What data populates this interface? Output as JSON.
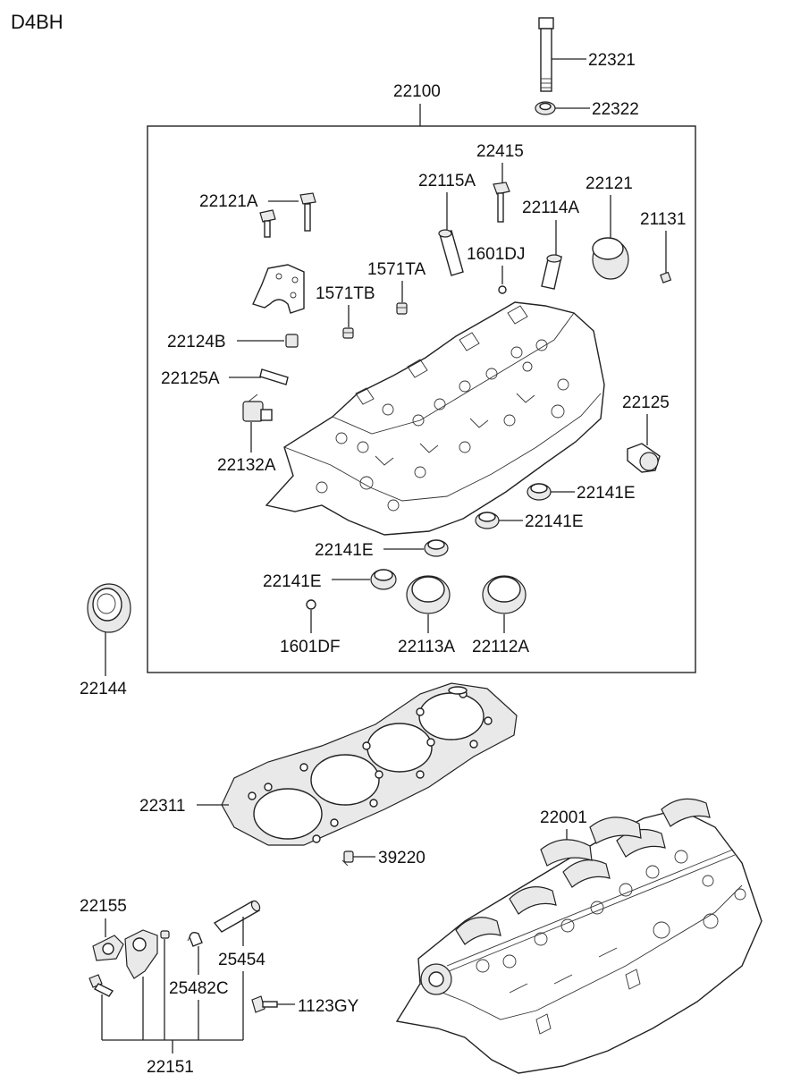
{
  "diagram": {
    "model": "D4BH",
    "labels": {
      "p22321": "22321",
      "p22322": "22322",
      "p22100": "22100",
      "p22415": "22415",
      "p22115A": "22115A",
      "p22121": "22121",
      "p22121A": "22121A",
      "p22114A": "22114A",
      "p21131": "21131",
      "p1601DJ": "1601DJ",
      "p1571TA": "1571TA",
      "p1571TB": "1571TB",
      "p22124B": "22124B",
      "p22125A": "22125A",
      "p22125": "22125",
      "p22132A": "22132A",
      "p22141E_1": "22141E",
      "p22141E_2": "22141E",
      "p22141E_3": "22141E",
      "p22141E_4": "22141E",
      "p1601DF": "1601DF",
      "p22113A": "22113A",
      "p22112A": "22112A",
      "p22144": "22144",
      "p22311": "22311",
      "p39220": "39220",
      "p22001": "22001",
      "p22155": "22155",
      "p25454": "25454",
      "p25482C": "25482C",
      "p1123GY": "1123GY",
      "p22151": "22151"
    }
  }
}
